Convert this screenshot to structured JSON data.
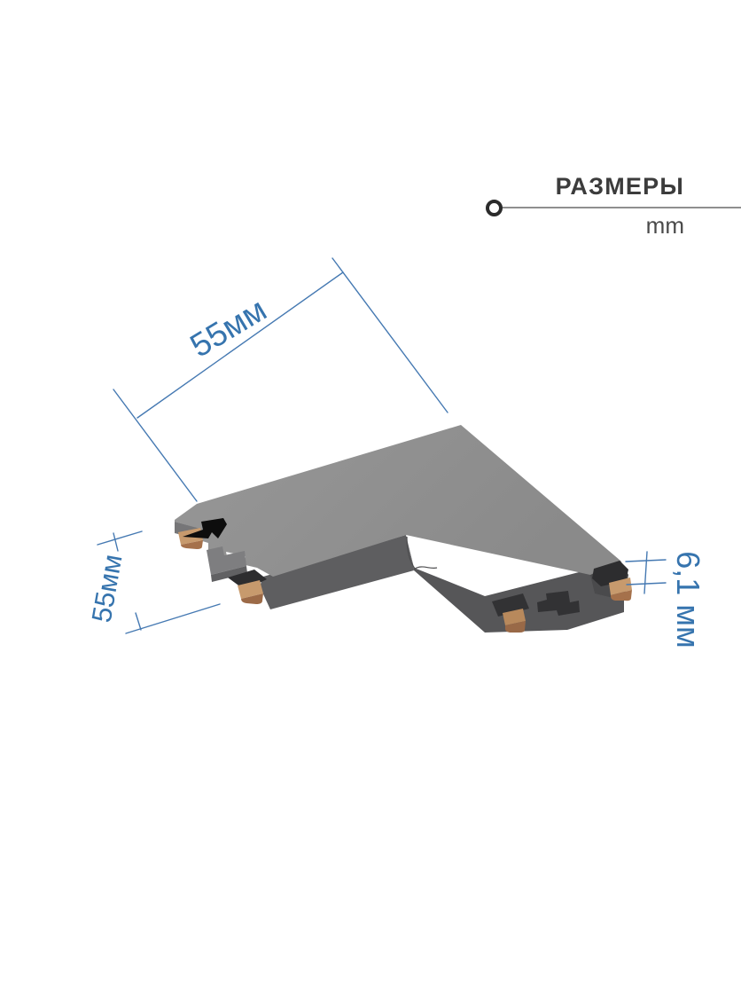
{
  "header": {
    "title": "РАЗМЕРЫ",
    "unit": "mm"
  },
  "figure": {
    "name": "L-shaped corner connector 3D render",
    "colors": {
      "accent_blue": "#3674AE",
      "body_top": "#8F8F8F",
      "body_side": "#565658",
      "clip_dark": "#2D2D2F",
      "pad_copper": "#C79A6D"
    }
  },
  "dimensions": {
    "top_length": {
      "label": "55мм"
    },
    "left_length": {
      "label": "55мм"
    },
    "thickness": {
      "label": "6,1 мм"
    }
  }
}
